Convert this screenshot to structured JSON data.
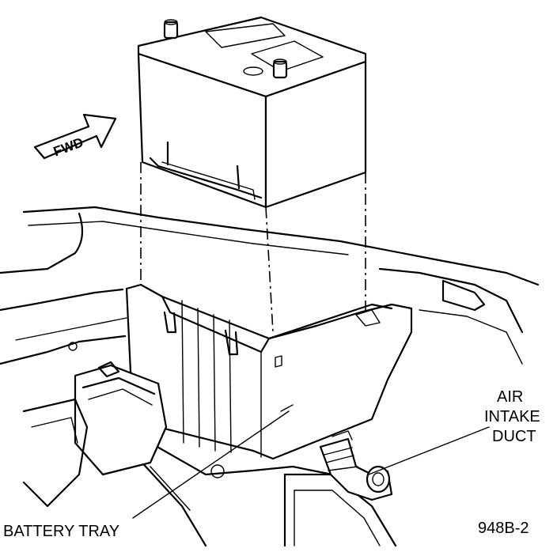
{
  "labels": {
    "fwd": "FWD",
    "air_intake_line1": "AIR",
    "air_intake_line2": "INTAKE",
    "air_intake_line3": "DUCT",
    "battery_tray": "BATTERY TRAY",
    "figure_id": "948B-2"
  }
}
